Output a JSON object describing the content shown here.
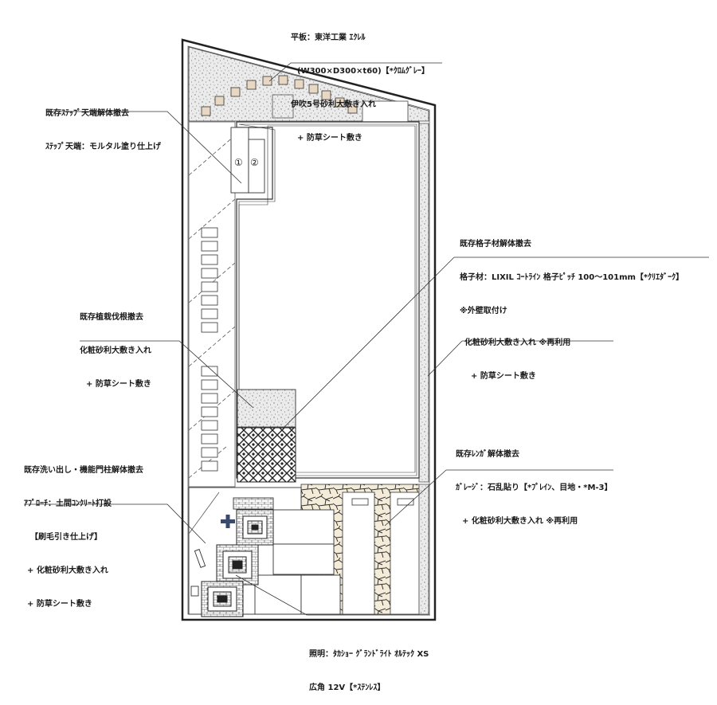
{
  "annotations": {
    "paving": [
      "平板：東洋工業 ｴｸﾚﾙ",
      "(W300×D300×t60)【*ｸﾛﾑｸﾞﾚｰ】",
      "伊吹5号砂利大敷き入れ",
      "+ 防草シート敷き"
    ],
    "step_top": [
      "既存ｽﾃｯﾌﾟ天端解体撤去",
      "ｽﾃｯﾌﾟ天端：モルタル塗り仕上げ"
    ],
    "lattice": [
      "既存格子材解体撤去",
      "格子材：LIXIL ｺｰﾄﾗｲﾝ 格子ﾋﾟｯﾁ 100～101mm【*ｸﾘｴﾀﾞｰｸ】",
      "※外壁取付け"
    ],
    "planting": [
      "既存植栽伐根撤去",
      "化粧砂利大敷き入れ",
      "+ 防草シート敷き"
    ],
    "gravel_right": [
      "化粧砂利大敷き入れ ※再利用",
      "+ 防草シート敷き"
    ],
    "garage": [
      "既存ﾚﾝｶﾞ解体撤去",
      "ｶﾞﾚｰｼﾞ：石乱貼り【*ﾌﾟﾚｲﾝ、目地・*M-3】",
      "+ 化粧砂利大敷き入れ ※再利用"
    ],
    "approach": [
      "既存洗い出し・機能門柱解体撤去",
      "ｱﾌﾟﾛｰﾁ：土間ｺﾝｸﾘｰﾄ打設",
      "【刷毛引き仕上げ】",
      "+ 化粧砂利大敷き入れ",
      "+ 防草シート敷き"
    ],
    "lighting": [
      "照明：ﾀｶｼｮｰ ｸﾞﾗﾝﾄﾞﾗｲﾄ ｵﾙﾃｯｸ XS",
      "広角 12V【*ｽﾃﾝﾚｽ】"
    ]
  },
  "markers": {
    "step_1": "①",
    "step_2": "②"
  },
  "colors": {
    "line": "#333333",
    "gravel": "#e6e6e6",
    "tile": "#e8d7c3",
    "stone": "#f2ead8"
  }
}
